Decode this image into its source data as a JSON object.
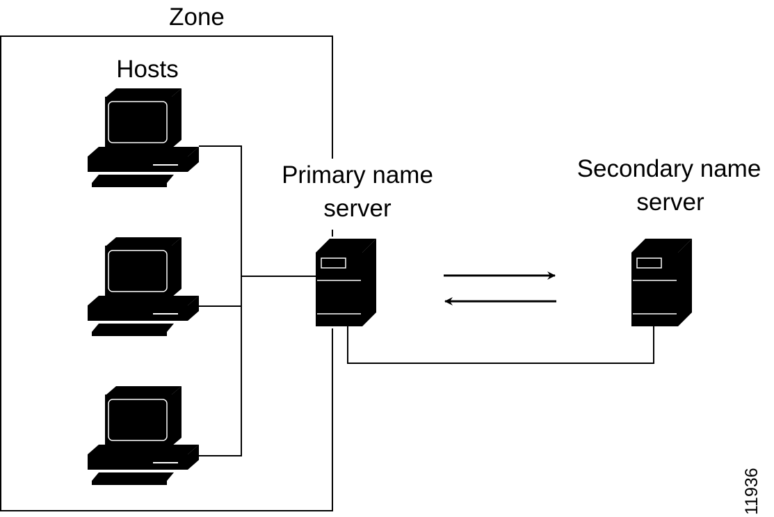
{
  "labels": {
    "zone": "Zone",
    "hosts": "Hosts",
    "primary_line1": "Primary name",
    "primary_line2": "server",
    "secondary_line1": "Secondary name",
    "secondary_line2": "server"
  },
  "figure_id": "11936",
  "icons": {
    "host": "computer-workstation-icon",
    "server": "tower-server-icon"
  },
  "colors": {
    "stroke": "#000000",
    "background": "#ffffff"
  }
}
